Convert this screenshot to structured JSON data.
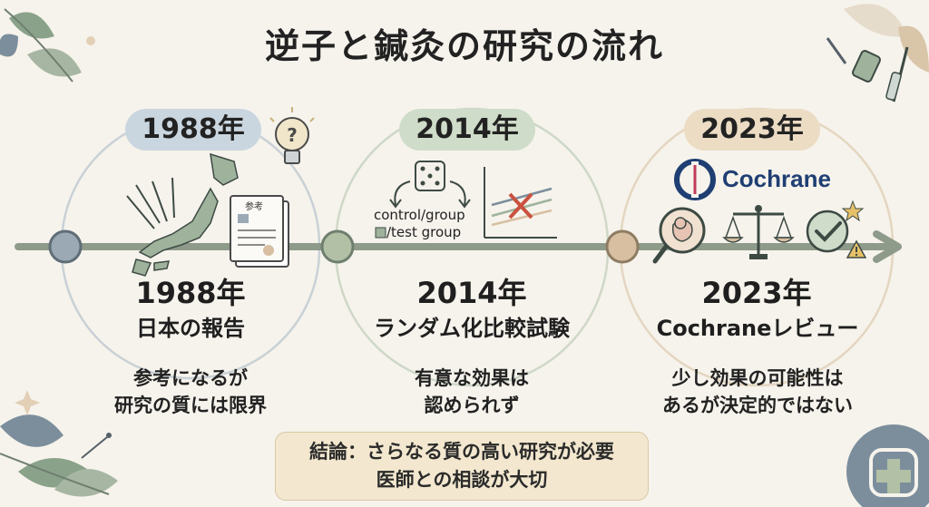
{
  "title": "逆子と鍼灸の研究の流れ",
  "timeline": [
    {
      "pill_year": "1988年",
      "year": "1988年",
      "subtitle": "日本の報告",
      "desc_line1": "参考になるが",
      "desc_line2": "研究の質には限界",
      "doc_label": "参考"
    },
    {
      "pill_year": "2014年",
      "year": "2014年",
      "subtitle": "ランダム化比較試験",
      "desc_line1": "有意な効果は",
      "desc_line2": "認められず",
      "control_label": "control/group",
      "test_label": "/test group"
    },
    {
      "pill_year": "2023年",
      "year": "2023年",
      "subtitle": "Cochraneレビュー",
      "desc_line1": "少し効果の可能性は",
      "desc_line2": "あるが決定的ではない",
      "logo_text": "Cochrane"
    }
  ],
  "conclusion": {
    "line1": "結論：さらなる質の高い研究が必要",
    "line2": "医師との相談が大切"
  },
  "colors": {
    "line": "#8e9a8a",
    "node1": "#9aa9b4",
    "node2": "#b2c0a6",
    "node3": "#d8bfa2",
    "accent_blue": "#1f3f73",
    "leaf": "#8aa28a"
  }
}
